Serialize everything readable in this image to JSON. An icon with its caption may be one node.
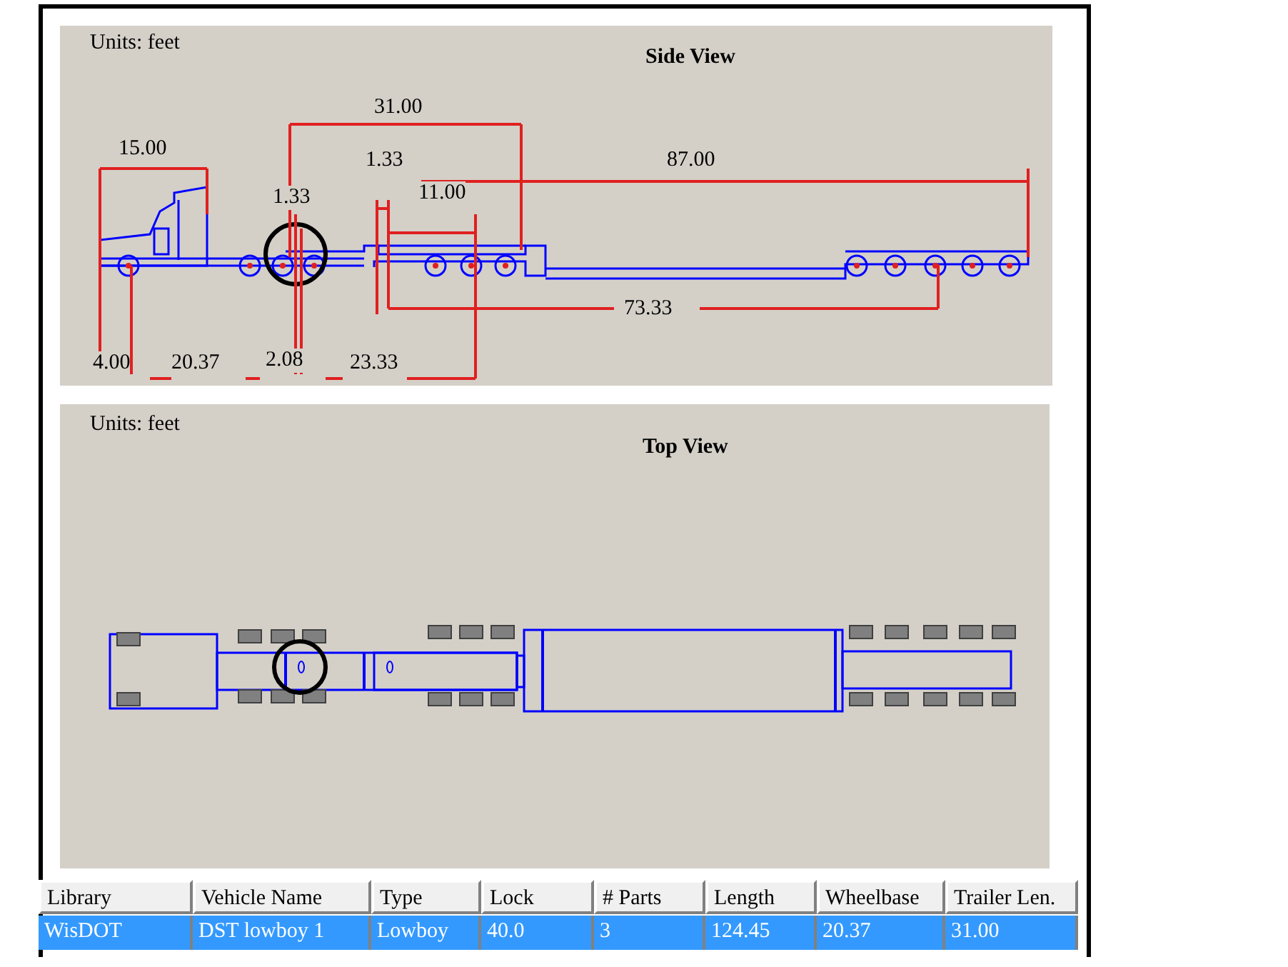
{
  "diagram": {
    "nodes": [
      {
        "text": [
          "Units: feet",
          "Side View"
        ]
      },
      {
        "text": [
          "Units: feet",
          "Top View"
        ]
      }
    ],
    "labels": [
      "31.00",
      "15.00",
      "1.33",
      "1.33",
      "87.00",
      "11.00",
      "73.33",
      "4.00",
      "20.37",
      "2.08",
      "23.33",
      "Library",
      "Vehicle Name",
      "Type",
      "Lock",
      "# Parts",
      "Length",
      "Wheelbase",
      "Trailer Len.",
      "WisDOT",
      "DST lowboy 1",
      "Lowboy",
      "40.0",
      "3",
      "124.45",
      "20.37",
      "31.00"
    ]
  }
}
